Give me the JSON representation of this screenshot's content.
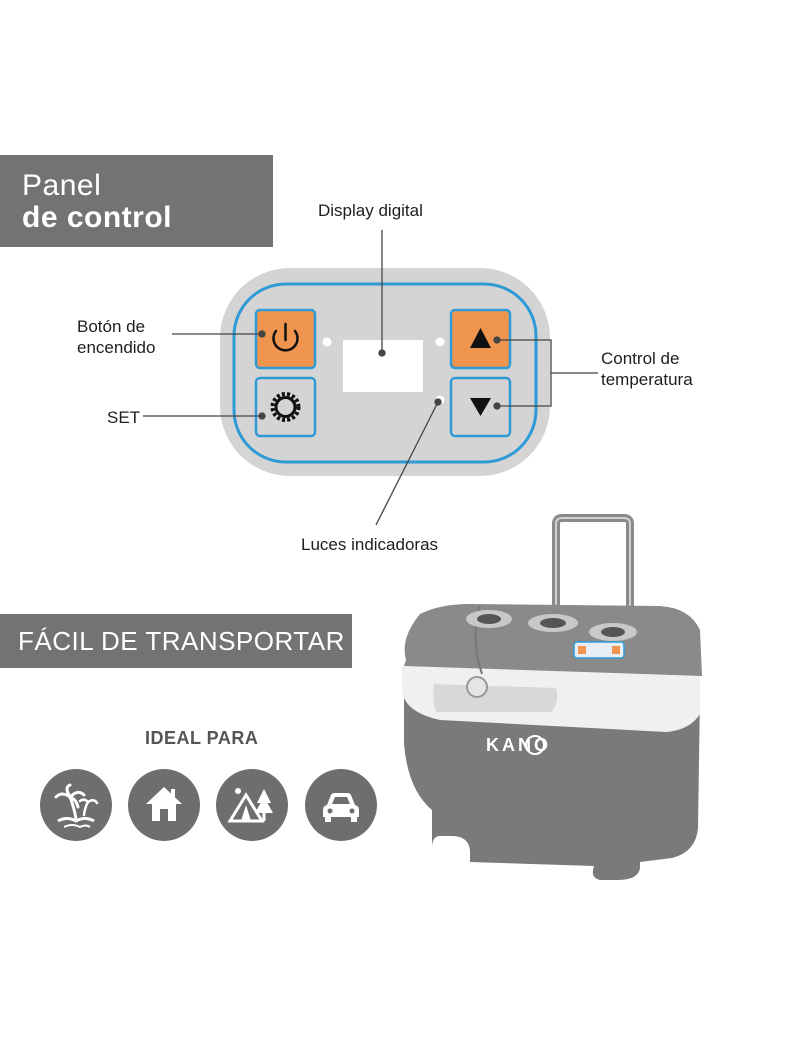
{
  "headings": {
    "panel_line1": "Panel",
    "panel_line2": "de control",
    "transport": "FÁCIL DE TRANSPORTAR",
    "ideal": "IDEAL PARA"
  },
  "callouts": {
    "display": "Display digital",
    "power_line1": "Botón de",
    "power_line2": "encendido",
    "set": "SET",
    "temp_line1": "Control de",
    "temp_line2": "temperatura",
    "lights": "Luces indicadoras"
  },
  "product": {
    "brand": "KANO"
  },
  "use_cases": [
    {
      "icon": "beach-palm-icon"
    },
    {
      "icon": "house-icon"
    },
    {
      "icon": "camping-tent-icon"
    },
    {
      "icon": "car-icon"
    }
  ],
  "colors": {
    "banner": "#737373",
    "panel_bg": "#d4d4d4",
    "panel_border": "#2e9ad6",
    "button_orange": "#f0954f",
    "cooler_gray": "#7a7a7a",
    "icon_circle": "#6e6e6e"
  }
}
